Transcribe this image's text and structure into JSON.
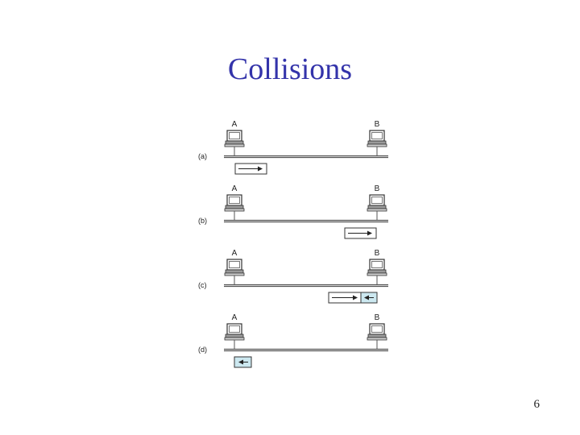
{
  "slide": {
    "title": "Collisions",
    "page_number": "6"
  },
  "figure": {
    "panels": [
      {
        "label": "(a)",
        "station_a": "A",
        "station_b": "B",
        "frames": [
          {
            "sender": "A",
            "direction": "right",
            "color": "#ffffff"
          }
        ]
      },
      {
        "label": "(b)",
        "station_a": "A",
        "station_b": "B",
        "frames": [
          {
            "sender": "A",
            "direction": "right",
            "color": "#ffffff"
          }
        ]
      },
      {
        "label": "(c)",
        "station_a": "A",
        "station_b": "B",
        "frames": [
          {
            "sender": "A",
            "direction": "right",
            "color": "#ffffff"
          },
          {
            "sender": "B",
            "direction": "left",
            "color": "#cce8f0"
          }
        ]
      },
      {
        "label": "(d)",
        "station_a": "A",
        "station_b": "B",
        "frames": [
          {
            "sender": "B",
            "direction": "left",
            "color": "#cce8f0"
          }
        ]
      }
    ],
    "colors": {
      "cable": "#555555",
      "frame_border": "#333333",
      "frame_b_fill": "#cce8f0"
    }
  }
}
